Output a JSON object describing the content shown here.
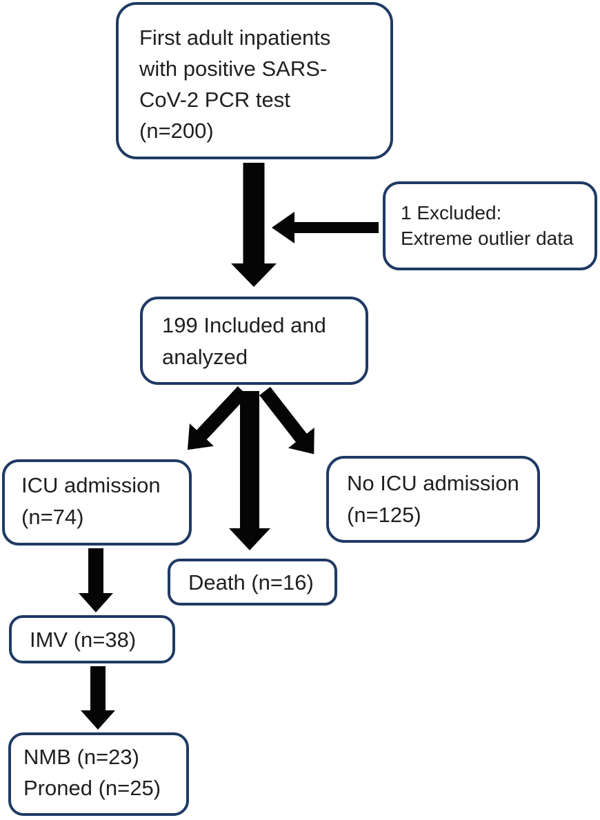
{
  "colors": {
    "box_border": "#1f3a64",
    "arrow": "#050505",
    "text": "#1f1f1f",
    "background": "#ffffff"
  },
  "boxes": {
    "first_inpatients": {
      "lines": [
        "First adult inpatients",
        "with positive SARS-",
        "CoV-2 PCR test",
        "(n=200)"
      ]
    },
    "excluded": {
      "lines": [
        "1 Excluded:",
        "Extreme outlier data"
      ]
    },
    "included": {
      "lines": [
        "199 Included and",
        "analyzed"
      ]
    },
    "icu": {
      "lines": [
        "ICU admission",
        "(n=74)"
      ]
    },
    "no_icu": {
      "lines": [
        "No ICU admission",
        "(n=125)"
      ]
    },
    "death": {
      "lines": [
        "Death (n=16)"
      ]
    },
    "imv": {
      "lines": [
        "IMV (n=38)"
      ]
    },
    "nmb": {
      "lines": [
        "NMB (n=23)",
        "Proned (n=25)"
      ]
    }
  },
  "connectors": [
    {
      "name": "arrow-first-to-included",
      "from": "first_inpatients",
      "to": "included"
    },
    {
      "name": "arrow-excluded-into-flow",
      "from": "excluded",
      "to": "first_to_included_flow"
    },
    {
      "name": "arrow-included-to-icu",
      "from": "included",
      "to": "icu"
    },
    {
      "name": "arrow-included-to-death",
      "from": "included",
      "to": "death"
    },
    {
      "name": "arrow-included-to-no-icu",
      "from": "included",
      "to": "no_icu"
    },
    {
      "name": "arrow-icu-to-imv",
      "from": "icu",
      "to": "imv"
    },
    {
      "name": "arrow-imv-to-nmb",
      "from": "imv",
      "to": "nmb"
    }
  ]
}
